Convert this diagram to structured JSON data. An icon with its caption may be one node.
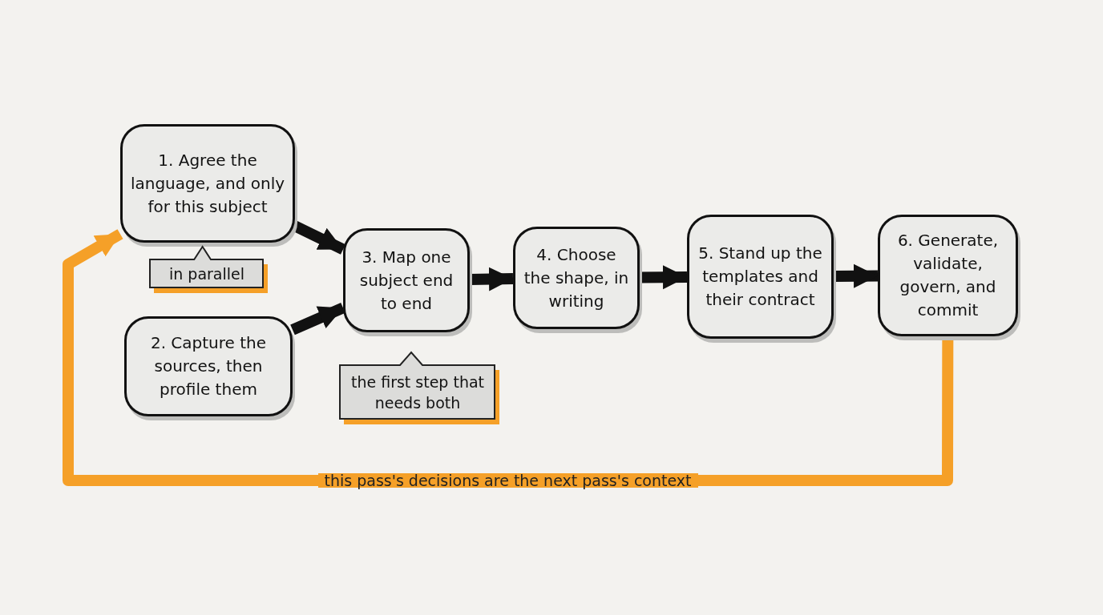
{
  "diagram": {
    "nodes": [
      {
        "text": [
          "1. Agree the language, and only for this subject"
        ]
      },
      {
        "text": [
          "in parallel"
        ]
      },
      {
        "text": [
          "2. Capture the sources, then profile them"
        ]
      },
      {
        "text": [
          "3. Map one subject end to end"
        ]
      },
      {
        "text": [
          "the first step that needs both"
        ]
      },
      {
        "text": [
          "4. Choose the shape, in writing"
        ]
      },
      {
        "text": [
          "5. Stand up the templates and their contract"
        ]
      },
      {
        "text": [
          "6. Generate, validate, govern, and commit"
        ]
      }
    ],
    "edges": [
      {
        "from": 0,
        "to": 3,
        "arrow": "to"
      },
      {
        "from": 2,
        "to": 3,
        "arrow": "to"
      },
      {
        "from": 3,
        "to": 5,
        "arrow": "to"
      },
      {
        "from": 5,
        "to": 6,
        "arrow": "to"
      },
      {
        "from": 6,
        "to": 7,
        "arrow": "to"
      },
      {
        "from": 7,
        "to": 0,
        "arrow": "to",
        "color": "#f5a028",
        "label": "this pass's decisions are the next pass's context"
      }
    ]
  }
}
